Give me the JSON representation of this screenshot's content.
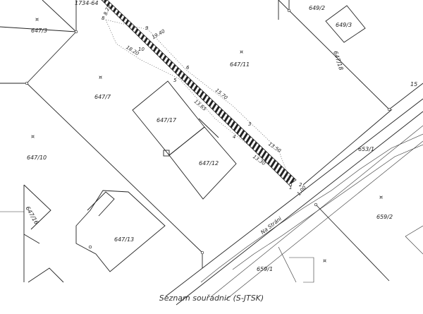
{
  "caption": "Seznam souřadnic (S-JTSK)",
  "parcels": {
    "p1734_64": "1734-64",
    "p647_3": "647/3",
    "p649_2": "649/2",
    "p649_3": "649/3",
    "p647_11": "647/11",
    "p647_18": "647/18",
    "p647_7": "647/7",
    "p647_17": "647/17",
    "p647_12": "647/12",
    "p647_10": "647/10",
    "p647_16": "647/16",
    "p647_13": "647/13",
    "p653_1": "653/1",
    "p659_2": "659/2",
    "p659_1": "659/1",
    "p15": "15"
  },
  "measurements": {
    "m8_25": "8.25",
    "m19_40": "19.40",
    "m18_20": "18.20",
    "m15_70": "15.70",
    "m13_65": "13.65",
    "m13_50": "13.50",
    "m13_30": "13.30",
    "m1_00": "1.00"
  },
  "points": {
    "pt8": "8",
    "pt9": "9",
    "pt10": "10",
    "pt5": "5",
    "pt6": "6",
    "pt3": "3",
    "pt4": "4",
    "pt1": "1",
    "pt2": "2"
  },
  "street": "Na Stráni"
}
